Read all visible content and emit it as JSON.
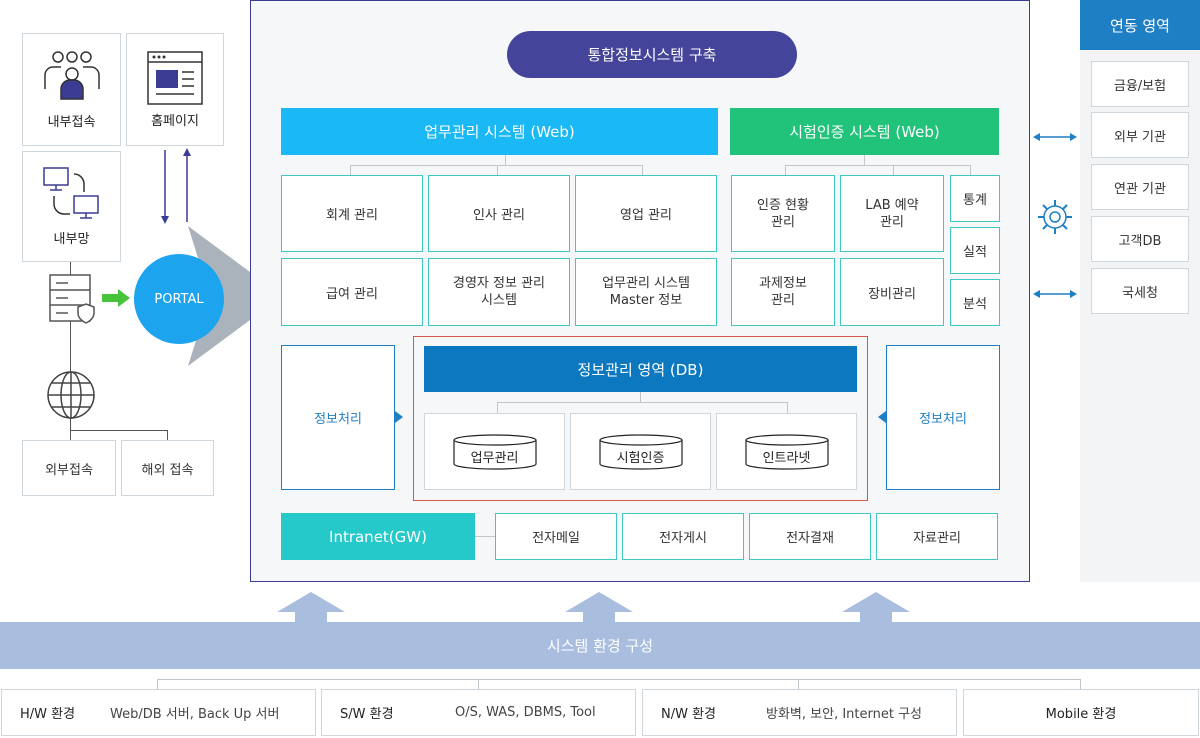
{
  "left": {
    "internal_access": "내부접속",
    "homepage": "홈페이지",
    "internal_network": "내부망",
    "portal": "PORTAL",
    "external_access": "외부접속",
    "overseas_access": "해외 접속"
  },
  "main": {
    "title": "통합정보시스템 구축",
    "biz_system": {
      "header": "업무관리 시스템 (Web)",
      "items": [
        "회계 관리",
        "인사 관리",
        "영업 관리",
        "급여 관리",
        "경영자 정보 관리\n시스템",
        "업무관리 시스템\nMaster 정보"
      ]
    },
    "cert_system": {
      "header": "시험인증 시스템 (Web)",
      "items": [
        "인증 현황\n관리",
        "LAB 예약\n관리",
        "과제정보\n관리",
        "장비관리"
      ],
      "side_items": [
        "통계",
        "실적",
        "분석"
      ]
    },
    "info_process_left": "정보처리",
    "info_process_right": "정보처리",
    "db_area": {
      "header": "정보관리 영역 (DB)",
      "dbs": [
        "업무관리",
        "시험인증",
        "인트라넷"
      ]
    },
    "intranet": {
      "header": "Intranet(GW)",
      "items": [
        "전자메일",
        "전자게시",
        "전자결재",
        "자료관리"
      ]
    }
  },
  "right": {
    "header": "연동 영역",
    "items": [
      "금융/보험",
      "외부 기관",
      "연관 기관",
      "고객DB",
      "국세청"
    ]
  },
  "bottom": {
    "bar": "시스템 환경 구성",
    "envs": [
      {
        "label": "H/W 환경",
        "desc": "Web/DB 서버, Back Up 서버"
      },
      {
        "label": "S/W 환경",
        "desc": "O/S, WAS, DBMS, Tool"
      },
      {
        "label": "N/W 환경",
        "desc": "방화벽, 보안, Internet 구성"
      },
      {
        "label": "Mobile 환경",
        "desc": ""
      }
    ]
  },
  "colors": {
    "purple": "#44449a",
    "sky": "#1ab8f5",
    "green": "#21c27a",
    "navy": "#0b78c0",
    "teal": "#26c9c9",
    "portal": "#1da4ef",
    "right_header": "#1f7fc4",
    "bottom_bar": "#a9bedf"
  }
}
